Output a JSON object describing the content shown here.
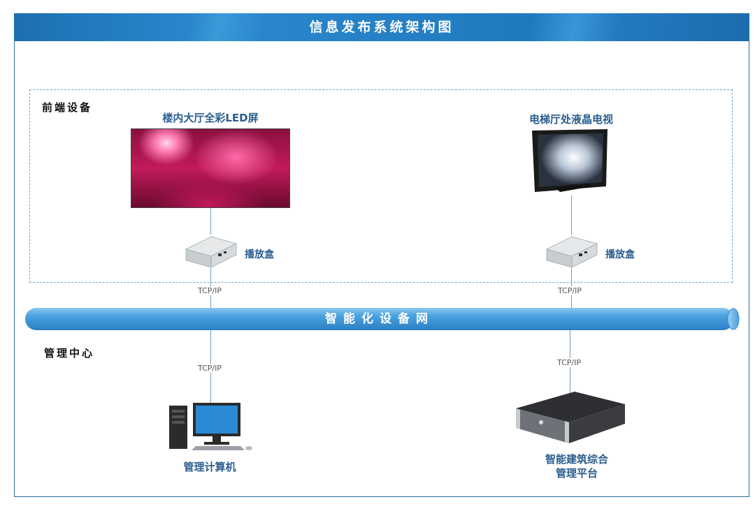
{
  "title": "信息发布系统架构图",
  "front_section_label": "前端设备",
  "management_label": "管理中心",
  "network_bus_label": "智能化设备网",
  "devices": {
    "led_screen": "楼内大厅全彩LED屏",
    "lcd_tv": "电梯厅处液晶电视",
    "player_left": "播放盒",
    "player_right": "播放盒",
    "computer": "管理计算机",
    "platform_line1": "智能建筑综合",
    "platform_line2": "管理平台"
  },
  "links": {
    "tcp_left_top": "TCP/IP",
    "tcp_right_top": "TCP/IP",
    "tcp_left_bottom": "TCP/IP",
    "tcp_right_bottom": "TCP/IP"
  }
}
